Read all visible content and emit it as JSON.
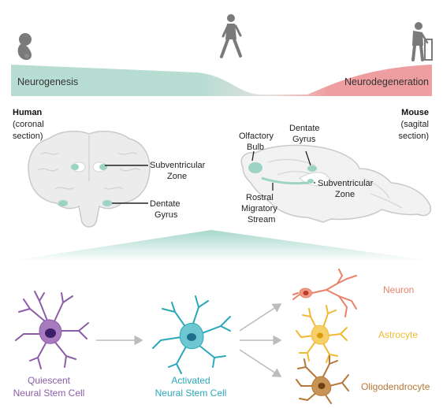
{
  "lifespan": {
    "left_label": "Neurogenesis",
    "right_label": "Neurodegeneration",
    "colors": {
      "neurogenesis": "#b7ddd3",
      "neurodegeneration": "#ee9ea0"
    },
    "icons": [
      "fetus-icon",
      "walking-adult-icon",
      "elderly-walker-icon"
    ]
  },
  "human": {
    "title": "Human",
    "subtitle_lines": [
      "(coronal",
      "section)"
    ],
    "regions": [
      {
        "name": "Subventricular",
        "name2": "Zone"
      },
      {
        "name": "Dentate",
        "name2": "Gyrus"
      }
    ]
  },
  "mouse": {
    "title": "Mouse",
    "subtitle_lines": [
      "(sagital",
      "section)"
    ],
    "regions": {
      "olfactory": [
        "Olfactory",
        "Bulb"
      ],
      "dentate": [
        "Dentate",
        "Gyrus"
      ],
      "rms": [
        "Rostral",
        "Migratory",
        "Stream"
      ],
      "svz": [
        "Subventricular",
        "Zone"
      ]
    }
  },
  "cells": {
    "quiescent": {
      "lines": [
        "Quiescent",
        "Neural Stem Cell"
      ],
      "color": "#8d5ca8"
    },
    "activated": {
      "lines": [
        "Activated",
        "Neural Stem Cell"
      ],
      "color": "#2aa8b8"
    },
    "neuron": {
      "label": "Neuron",
      "color": "#e8826a"
    },
    "astrocyte": {
      "label": "Astrocyte",
      "color": "#f2b935"
    },
    "oligodendrocyte": {
      "label": "Oligodendrocyte",
      "color": "#b47838"
    }
  }
}
